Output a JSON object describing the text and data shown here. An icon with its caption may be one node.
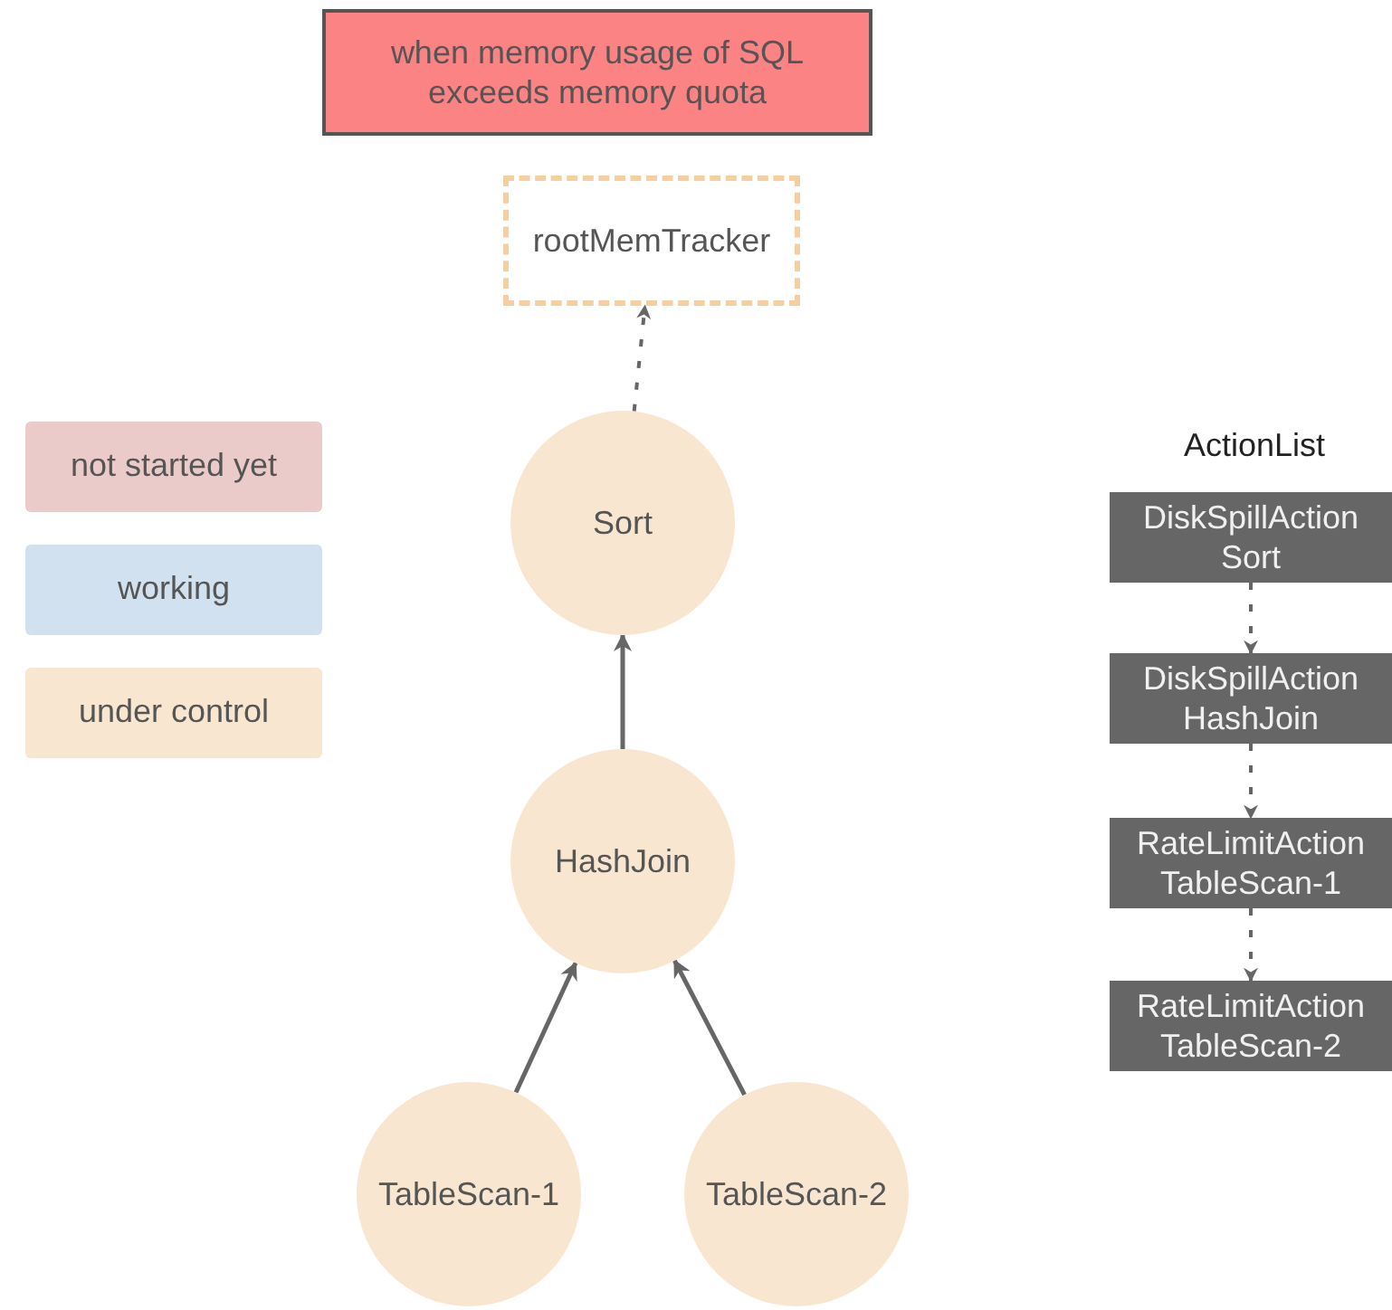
{
  "diagram": {
    "nodes": [
      {
        "text": [
          "when memory usage of SQL exceeds memory quota"
        ]
      },
      {
        "text": [
          "rootMemTracker"
        ]
      },
      {
        "text": [
          "Sort"
        ]
      },
      {
        "text": [
          "HashJoin"
        ]
      },
      {
        "text": [
          "TableScan-1"
        ]
      },
      {
        "text": [
          "TableScan-2"
        ]
      },
      {
        "text": [
          "DiskSpillAction Sort"
        ]
      },
      {
        "text": [
          "DiskSpillAction HashJoin"
        ]
      },
      {
        "text": [
          "RateLimitAction TableScan-1"
        ]
      },
      {
        "text": [
          "RateLimitAction TableScan-2"
        ]
      }
    ],
    "edges": [
      {
        "from": 2,
        "to": 1,
        "arrow": "to",
        "style": "dashed"
      },
      {
        "from": 3,
        "to": 2,
        "arrow": "to"
      },
      {
        "from": 4,
        "to": 3,
        "arrow": "to"
      },
      {
        "from": 5,
        "to": 3,
        "arrow": "to"
      },
      {
        "from": 6,
        "to": 7,
        "arrow": "to",
        "style": "dashed"
      },
      {
        "from": 7,
        "to": 8,
        "arrow": "to",
        "style": "dashed"
      },
      {
        "from": 8,
        "to": 9,
        "arrow": "to",
        "style": "dashed"
      }
    ],
    "labels": [
      "ActionList"
    ],
    "legend": [
      {
        "text": "not started yet",
        "color": "#ebcaca"
      },
      {
        "text": "working",
        "color": "#d2e1ef"
      },
      {
        "text": "under control",
        "color": "#f8e6d0"
      }
    ]
  }
}
